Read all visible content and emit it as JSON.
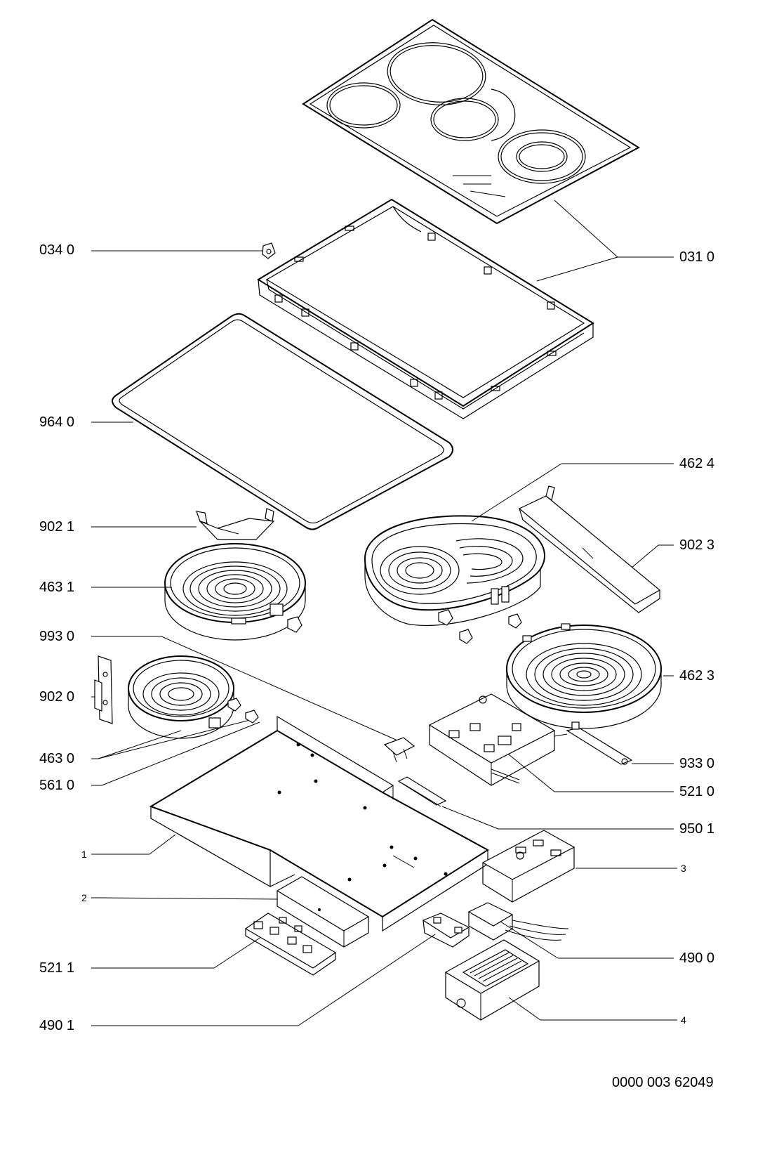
{
  "labels": {
    "l_0340": "034 0",
    "l_0310": "031 0",
    "l_9640": "964 0",
    "l_4624": "462 4",
    "l_9021": "902 1",
    "l_9023": "902 3",
    "l_4631": "463 1",
    "l_9930": "993 0",
    "l_9020": "902 0",
    "l_4623": "462 3",
    "l_4630": "463 0",
    "l_9330": "933 0",
    "l_5610": "561 0",
    "l_5210": "521 0",
    "l_9501": "950 1",
    "l_1": "1",
    "l_3": "3",
    "l_2": "2",
    "l_5211": "521 1",
    "l_4900": "490 0",
    "l_4901": "490 1",
    "l_4": "4"
  },
  "document_number": "0000 003 62049"
}
